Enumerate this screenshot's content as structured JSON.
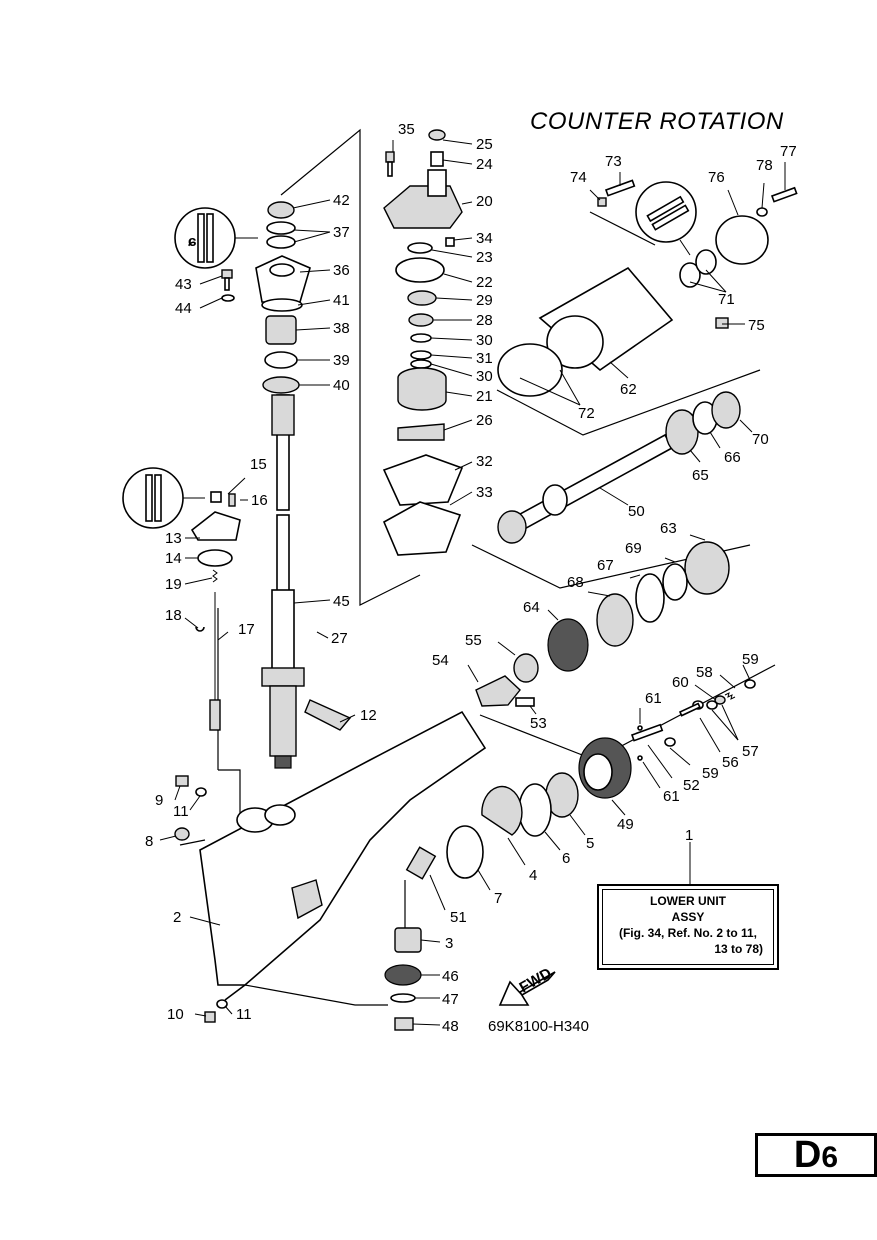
{
  "title": "COUNTER ROTATION",
  "assy": {
    "line1": "LOWER UNIT",
    "line2": "ASSY",
    "line3": "(Fig. 34, Ref. No. 2 to 11,",
    "line4": "13 to 78)"
  },
  "drawing_code": "69K8100-H340",
  "page_id": {
    "letter": "D",
    "number": "6"
  },
  "fwd_label": "FWD",
  "callouts": [
    "35",
    "25",
    "24",
    "20",
    "34",
    "23",
    "22",
    "29",
    "28",
    "30",
    "31",
    "30",
    "21",
    "26",
    "32",
    "33",
    "42",
    "37",
    "36",
    "43",
    "44",
    "41",
    "38",
    "39",
    "40",
    "15",
    "16",
    "13",
    "14",
    "19",
    "18",
    "17",
    "45",
    "27",
    "12",
    "9",
    "11",
    "8",
    "2",
    "10",
    "11",
    "73",
    "77",
    "78",
    "74",
    "76",
    "75",
    "71",
    "62",
    "72",
    "70",
    "66",
    "65",
    "50",
    "63",
    "69",
    "67",
    "68",
    "64",
    "55",
    "54",
    "53",
    "59",
    "58",
    "60",
    "61",
    "57",
    "56",
    "59",
    "52",
    "61",
    "49",
    "5",
    "6",
    "4",
    "7",
    "51",
    "3",
    "46",
    "47",
    "48",
    "1"
  ]
}
